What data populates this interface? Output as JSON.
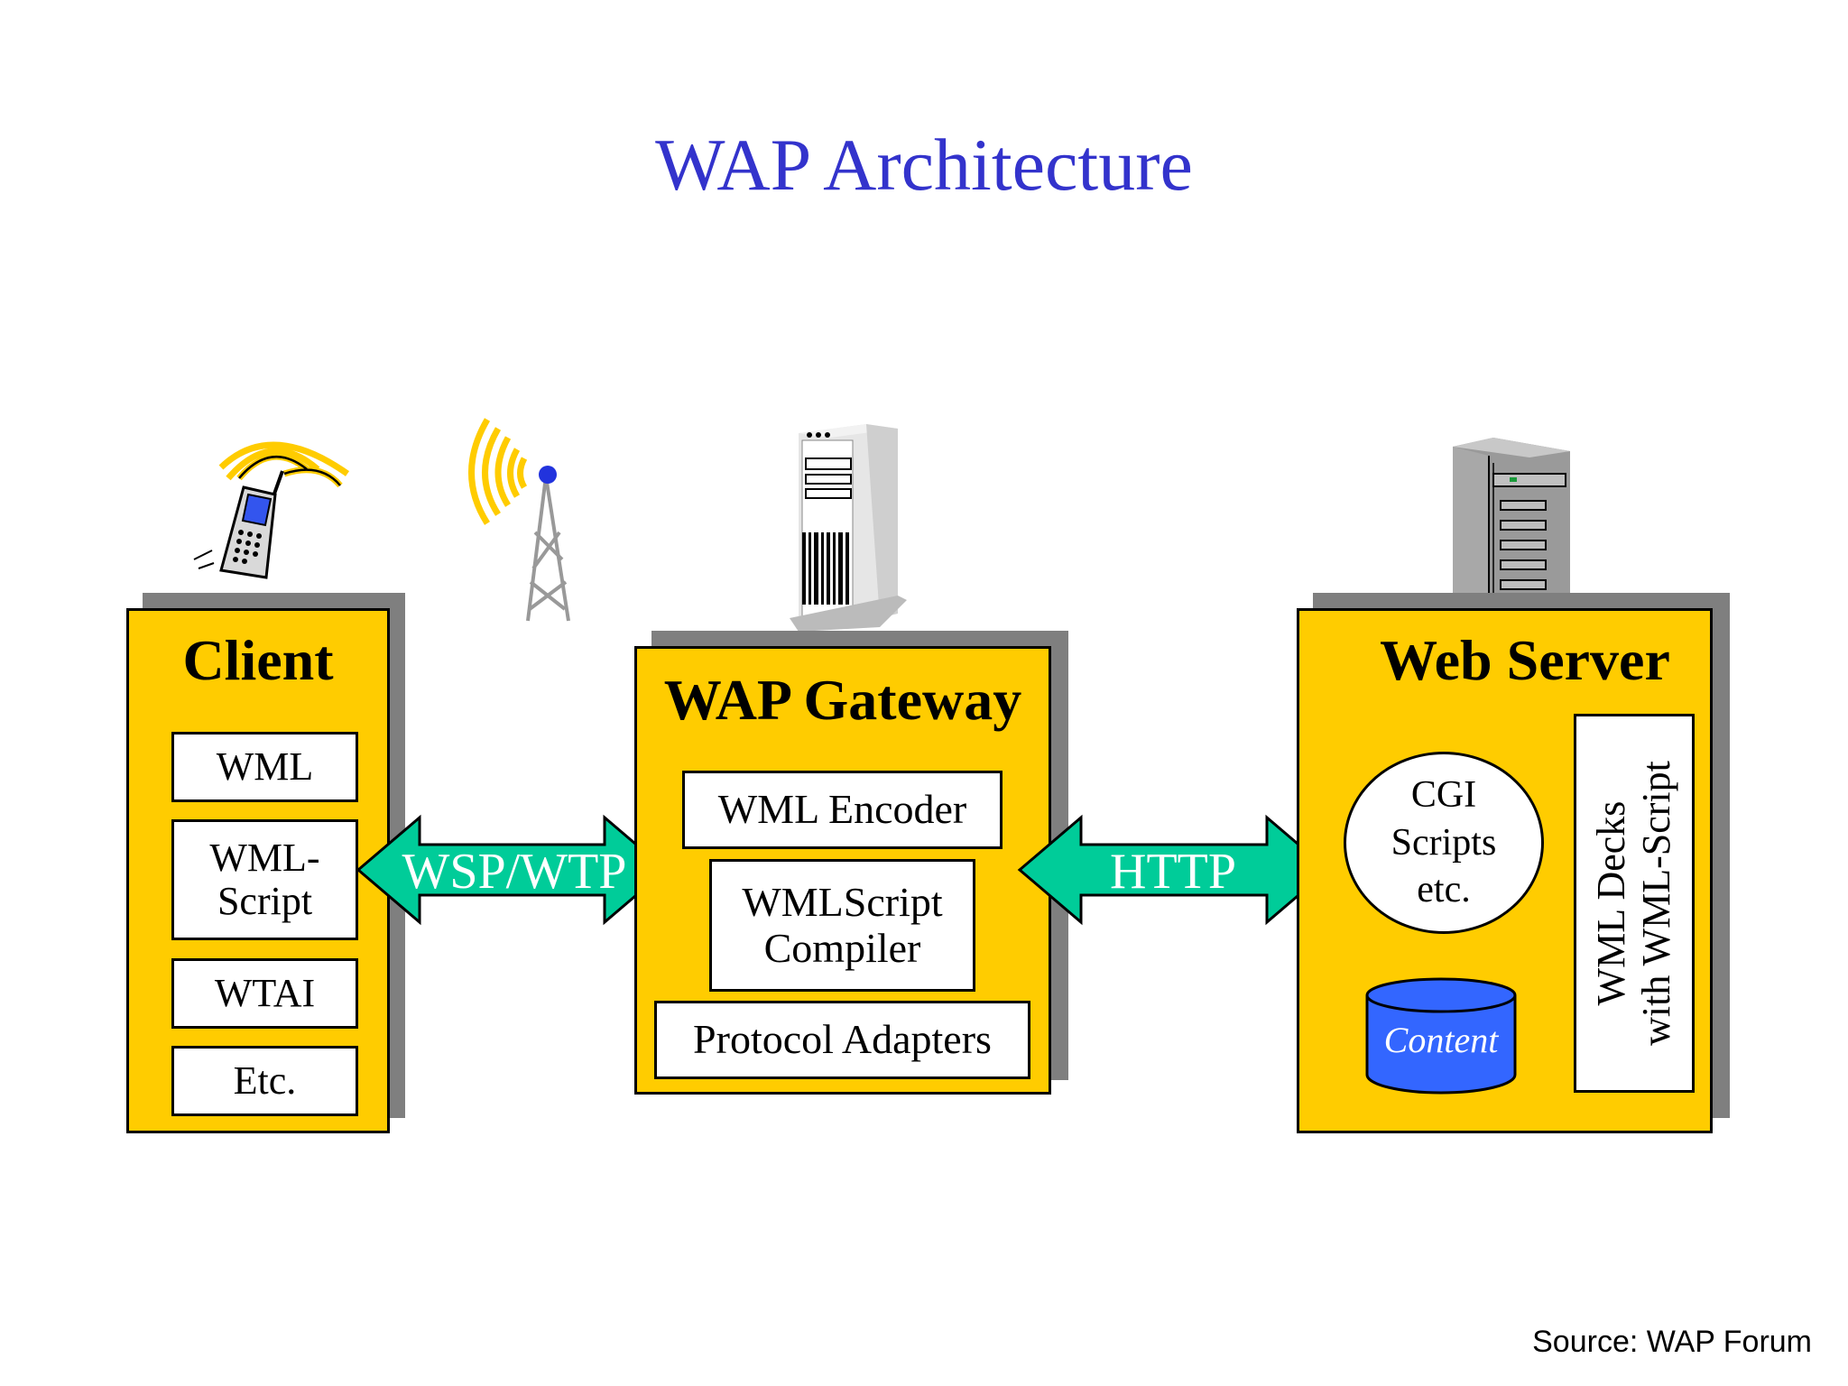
{
  "title": "WAP Architecture",
  "client": {
    "title": "Client",
    "items": [
      "WML",
      "WML-\nScript",
      "WTAI",
      "Etc."
    ]
  },
  "protocol_left": "WSP/WTP",
  "gateway": {
    "title": "WAP Gateway",
    "items": [
      "WML Encoder",
      "WMLScript\nCompiler",
      "Protocol Adapters"
    ]
  },
  "protocol_right": "HTTP",
  "web_server": {
    "title": "Web Server",
    "cgi": "CGI\nScripts\netc.",
    "content": "Content",
    "decks_line1": "WML Decks",
    "decks_line2": "with WML-Script"
  },
  "source": "Source: WAP Forum",
  "colors": {
    "title": "#3333cc",
    "panel": "#ffcc00",
    "arrow": "#00cc99",
    "content_db": "#3366ff",
    "shadow": "#7f7f7f"
  },
  "icons": [
    "mobile-phone-icon",
    "radio-tower-icon",
    "gateway-server-icon",
    "web-server-icon"
  ]
}
